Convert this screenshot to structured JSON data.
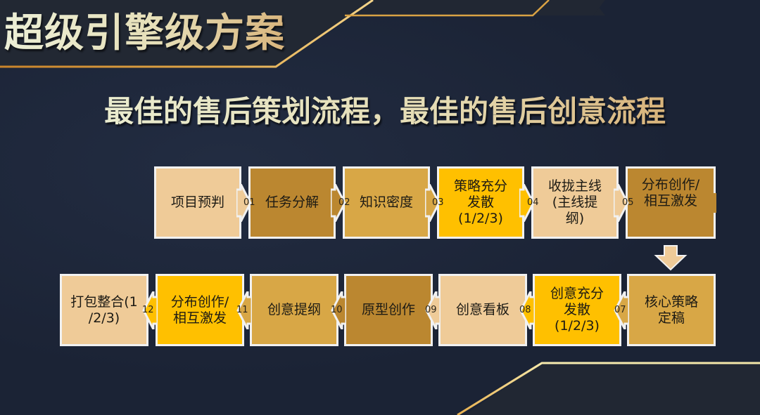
{
  "slide": {
    "title": "超级引擎级方案",
    "subtitle": "最佳的售后策划流程，最佳的售后创意流程"
  },
  "colors": {
    "background": "#1b2335",
    "gold_line": "#d9a244",
    "light_beige": "#efcb98",
    "dark_gold": "#bb8730",
    "mid_gold": "#d8a746",
    "bright_yellow": "#ffc000",
    "node_border": "#f1f1f1"
  },
  "flow": {
    "row1": [
      {
        "id": "step-project-prejudge",
        "label": "项目预判",
        "color": "#efcb98"
      },
      {
        "id": "step-task-breakdown",
        "label": "任务分解",
        "color": "#bb8730"
      },
      {
        "id": "step-knowledge-density",
        "label": "知识密度",
        "color": "#d8a746"
      },
      {
        "id": "step-strategy-diverge",
        "label": "策略充分\n发散\n(1/2/3)",
        "line1": "策略充分",
        "line2": "发散",
        "line3": "(1/2/3)",
        "color": "#ffc000"
      },
      {
        "id": "step-converge-mainline",
        "label": "收拢主线\n(主线提\n纲)",
        "line1": "收拢主线",
        "line2": "(主线提",
        "line3": "纲)",
        "color": "#efcb98"
      },
      {
        "id": "step-distributed-creation-1",
        "label": "分布创作/\n相互激发",
        "line1": "分布创作/",
        "line2": "相互激发",
        "color": "#bb8730"
      }
    ],
    "row2": [
      {
        "id": "step-core-strategy",
        "label": "核心策略\n定稿",
        "line1": "核心策略",
        "line2": "定稿",
        "color": "#d8a746"
      },
      {
        "id": "step-creative-diverge",
        "label": "创意充分\n发散\n(1/2/3)",
        "line1": "创意充分",
        "line2": "发散",
        "line3": "(1/2/3)",
        "color": "#ffc000"
      },
      {
        "id": "step-creative-board",
        "label": "创意看板",
        "color": "#efcb98"
      },
      {
        "id": "step-prototype",
        "label": "原型创作",
        "color": "#bb8730"
      },
      {
        "id": "step-creative-outline",
        "label": "创意提纲",
        "color": "#d8a746"
      },
      {
        "id": "step-distributed-creation-2",
        "label": "分布创作/\n相互激发",
        "line1": "分布创作/",
        "line2": "相互激发",
        "color": "#ffc000"
      },
      {
        "id": "step-package-integrate",
        "label": "打包整合(1\n/2/3)",
        "line1": "打包整合(1",
        "line2": "/2/3)",
        "color": "#efcb98"
      }
    ],
    "connectors": [
      "01",
      "02",
      "03",
      "04",
      "05",
      "07",
      "08",
      "09",
      "10",
      "11",
      "12"
    ]
  }
}
